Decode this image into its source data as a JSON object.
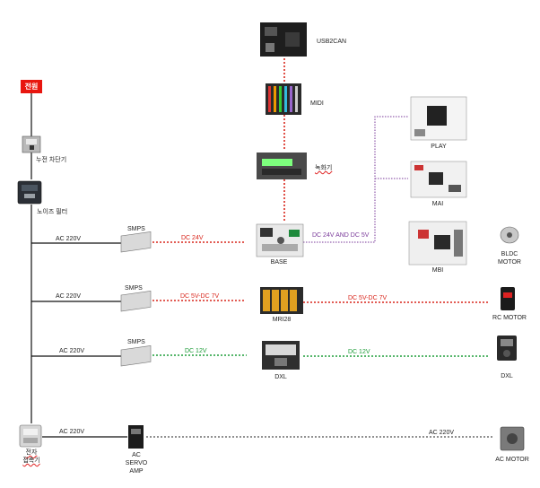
{
  "power": "전원",
  "labels": {
    "leakage_breaker": "누전 차단기",
    "noise_filter": "노이즈 필터",
    "contactor": "전자\n접촉기",
    "usb2can": "USB2CAN",
    "midi": "MIDI",
    "recorder": "녹화기",
    "base": "BASE",
    "play": "PLAY",
    "mai": "MAI",
    "mbi": "MBI",
    "bldc_motor": "BLDC\nMOTOR",
    "mri28": "MRI28",
    "rc_motor": "RC MOTOR",
    "dxl": "DXL",
    "dxl_motor": "DXL",
    "servo_amp": "AC\nSERVO\nAMP",
    "ac_motor": "AC MOTOR",
    "smps1": "SMPS",
    "smps2": "SMPS",
    "smps3": "SMPS"
  },
  "links": {
    "ac1": "AC 220V",
    "ac2": "AC 220V",
    "ac3": "AC 220V",
    "ac4": "AC 220V",
    "ac5": "AC 220V",
    "dc24": "DC 24V",
    "dc24_5": "DC 24V AND DC 5V",
    "dc5_7a": "DC 5V-DC 7V",
    "dc5_7b": "DC 5V-DC 7V",
    "dc12a": "DC 12V",
    "dc12b": "DC 12V"
  },
  "colors": {
    "red": "#d9261c",
    "green": "#1f9d3a",
    "purple": "#7a3a9a",
    "line": "#111111"
  }
}
